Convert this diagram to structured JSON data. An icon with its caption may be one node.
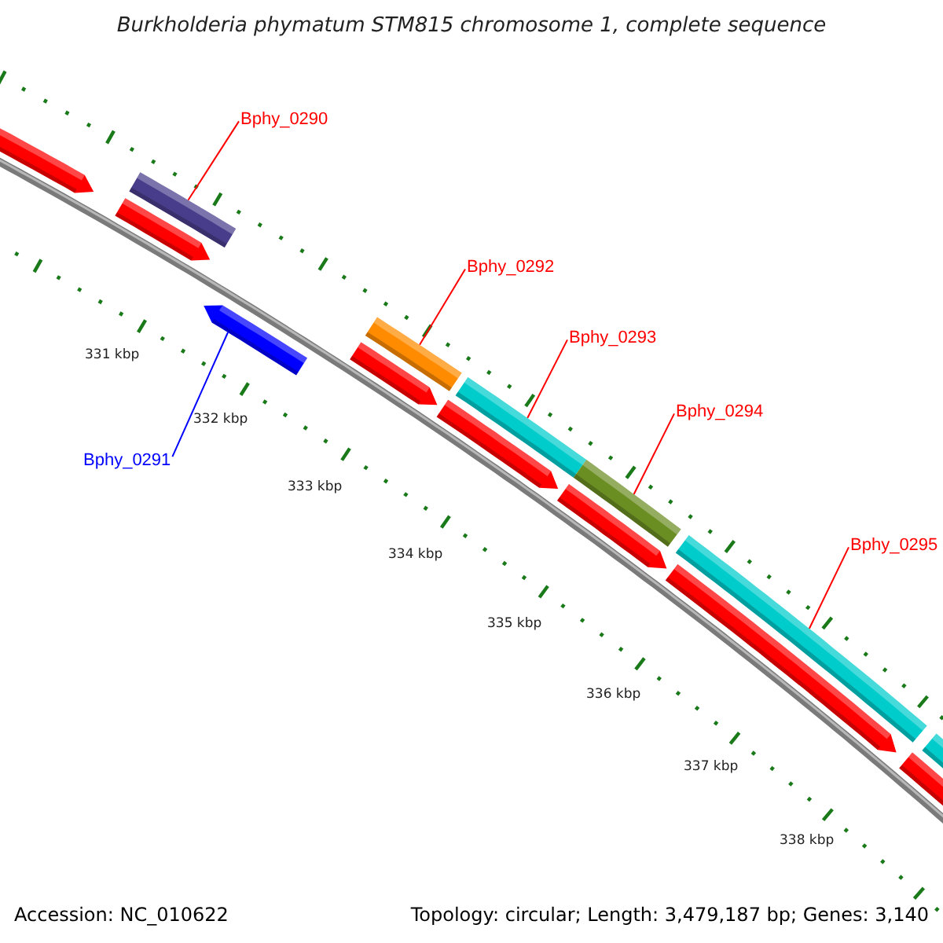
{
  "diagram": {
    "title": "Burkholderia phymatum STM815 chromosome 1, complete sequence",
    "nodes": [
      {
        "text": [
          "Bphy_0290"
        ]
      },
      {
        "text": [],
        "shape": "bar"
      },
      {
        "text": [
          "Bphy_0291"
        ]
      },
      {
        "text": [],
        "shape": "arrow"
      },
      {
        "text": [
          "Bphy_0292"
        ]
      },
      {
        "text": [],
        "shape": "bar"
      },
      {
        "text": [
          "Bphy_0293"
        ]
      },
      {
        "text": [],
        "shape": "bar"
      },
      {
        "text": [
          "Bphy_0294"
        ]
      },
      {
        "text": [],
        "shape": "bar"
      },
      {
        "text": [
          "Bphy_0295"
        ]
      },
      {
        "text": [],
        "shape": "bar"
      },
      {
        "text": [],
        "shape": "arrow"
      },
      {
        "text": [],
        "shape": "arrow"
      },
      {
        "text": [],
        "shape": "arrow"
      },
      {
        "text": [],
        "shape": "arrow"
      },
      {
        "text": [],
        "shape": "arrow"
      },
      {
        "text": [],
        "shape": "arrow"
      },
      {
        "text": [],
        "shape": "arrow"
      },
      {
        "text": [],
        "shape": "bar"
      }
    ],
    "edges": [
      {
        "from": 0,
        "to": 1,
        "arrow": "none"
      },
      {
        "from": 2,
        "to": 3,
        "arrow": "none",
        "color": "#0000ff"
      },
      {
        "from": 4,
        "to": 5,
        "arrow": "none"
      },
      {
        "from": 6,
        "to": 7,
        "arrow": "none"
      },
      {
        "from": 8,
        "to": 9,
        "arrow": "none"
      },
      {
        "from": 10,
        "to": 11,
        "arrow": "none"
      }
    ],
    "labels": [
      "331 kbp",
      "332 kbp",
      "333 kbp",
      "334 kbp",
      "335 kbp",
      "336 kbp",
      "337 kbp",
      "338 kbp",
      "Accession: NC_010622",
      "Topology: circular; Length: 3,479,187 bp; Genes: 3,140"
    ]
  }
}
